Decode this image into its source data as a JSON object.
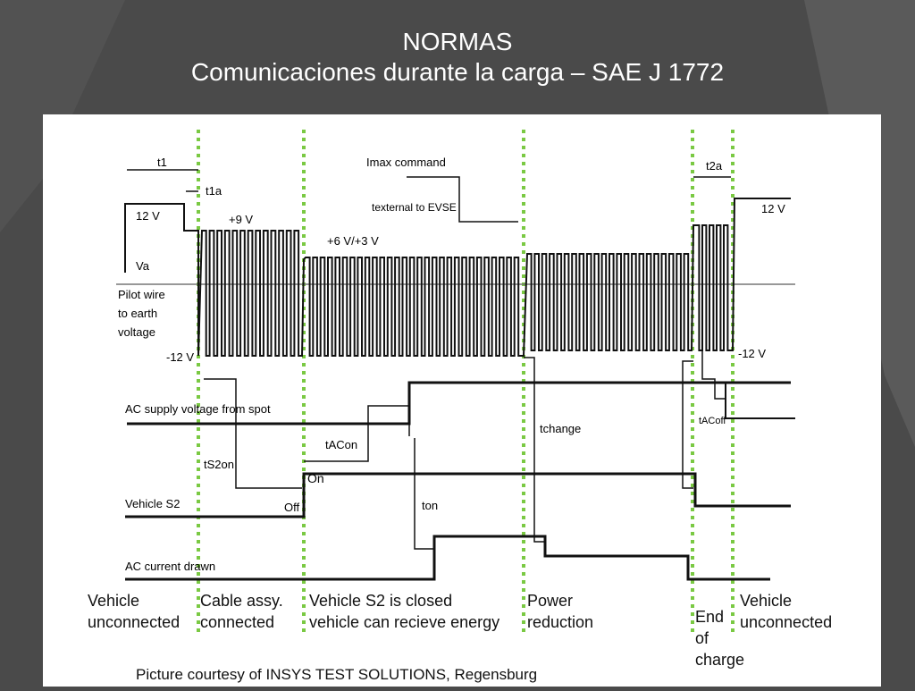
{
  "slide": {
    "title_line1": "NORMAS",
    "title_line2": "Comunicaciones durante la carga – SAE J 1772"
  },
  "diagram": {
    "time_labels": {
      "t1": "t1",
      "t1a": "t1a",
      "t2a": "t2a",
      "imax_command": "Imax command",
      "t_external": "texternal to EVSE",
      "t_s2on": "tS2on",
      "t_acon": "tACon",
      "t_on": "ton",
      "t_change": "tchange",
      "t_acoff": "tACoff"
    },
    "voltage_labels": {
      "v12_left": "12 V",
      "v9": "+9 V",
      "v6_3": "+6 V/+3 V",
      "v12_right": "12 V",
      "vm12_left": "-12 V",
      "vm12_right": "-12 V",
      "va": "Va"
    },
    "signal_labels": {
      "pilot_line1": "Pilot wire",
      "pilot_line2": "to earth",
      "pilot_line3": "voltage",
      "ac_supply": "AC supply voltage from spot",
      "vehicle_s2": "Vehicle S2",
      "s2_off": "Off",
      "s2_on": "On",
      "ac_current": "AC  current drawn"
    },
    "phases": [
      {
        "line1": "Vehicle",
        "line2": "unconnected",
        "line3": ""
      },
      {
        "line1": "Cable assy.",
        "line2": "connected",
        "line3": ""
      },
      {
        "line1": "Vehicle S2 is closed",
        "line2": "vehicle can recieve energy",
        "line3": ""
      },
      {
        "line1": "Power",
        "line2": "reduction",
        "line3": ""
      },
      {
        "line1": "End",
        "line2": "of",
        "line3": "charge"
      },
      {
        "line1": "Vehicle",
        "line2": "unconnected",
        "line3": ""
      }
    ],
    "credit": "Picture courtesy of INSYS TEST SOLUTIONS, Regensburg"
  },
  "colors": {
    "background": "#4a4a4a",
    "panel": "#ffffff",
    "marker": "#7ac943",
    "ink": "#111111"
  }
}
